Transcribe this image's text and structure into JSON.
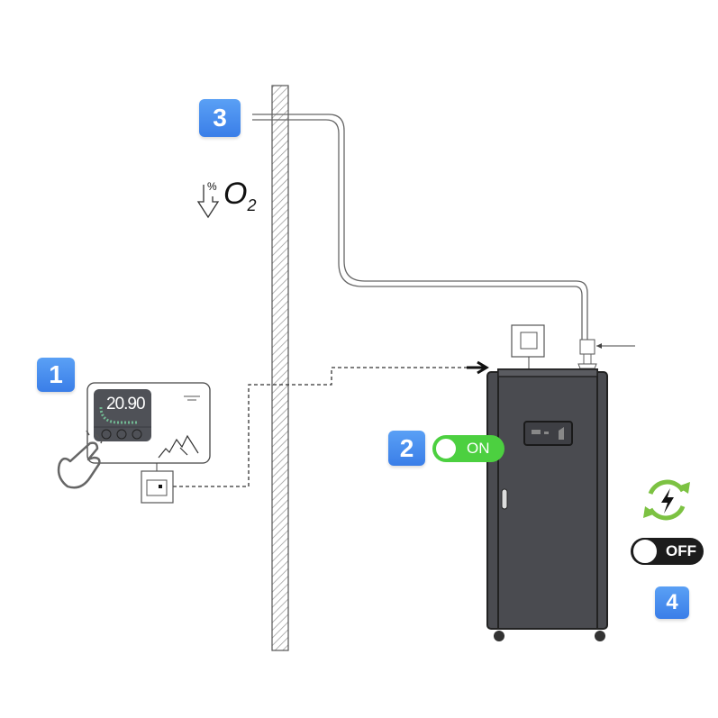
{
  "steps": {
    "one": "1",
    "two": "2",
    "three": "3",
    "four": "4"
  },
  "thermostat": {
    "reading": "20.90"
  },
  "oxygen": {
    "label": "O",
    "subscript": "2",
    "symbol": "%"
  },
  "toggle_on": {
    "label": "ON",
    "color": "#4cd040"
  },
  "toggle_off": {
    "label": "OFF",
    "color": "#1c1c1c"
  },
  "colors": {
    "badge": "#3f86ec",
    "cabinet": "#4a4b50",
    "recycle": "#7cc242"
  }
}
